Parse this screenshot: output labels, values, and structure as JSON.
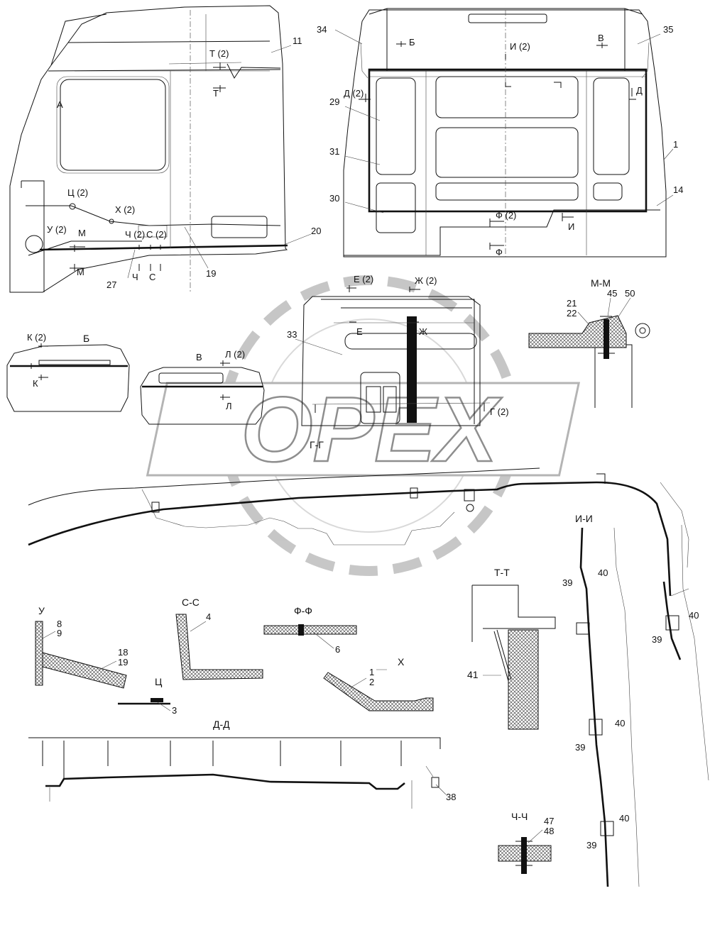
{
  "watermark": "OPEX",
  "callouts": {
    "n11": "11",
    "n34": "34",
    "n35": "35",
    "n29": "29",
    "n31": "31",
    "n30": "30",
    "n1": "1",
    "n14": "14",
    "n20": "20",
    "n19": "19",
    "n27": "27",
    "n33": "33",
    "n45": "45",
    "n50": "50",
    "n21": "21",
    "n22": "22",
    "n8": "8",
    "n9": "9",
    "n18": "18",
    "n19b": "19",
    "n4": "4",
    "n6": "6",
    "n3": "3",
    "n1b": "1",
    "n2": "2",
    "n41": "41",
    "n38": "38",
    "n39a": "39",
    "n40a": "40",
    "n39b": "39",
    "n40b": "40",
    "n39c": "39",
    "n40c": "40",
    "n39d": "39",
    "n40d": "40",
    "n47": "47",
    "n48": "48"
  },
  "marks": {
    "T2": "Т (2)",
    "T": "Т",
    "A": "А",
    "Ts2": "Ц (2)",
    "X2": "Х (2)",
    "U2": "У (2)",
    "M": "М",
    "M2": "М",
    "Ch2": "Ч (2)",
    "S2": "С (2)",
    "Ch": "Ч",
    "S": "С",
    "B": "Б",
    "I2": "И (2)",
    "V": "В",
    "D2": "Д (2)",
    "D": "Д",
    "F2": "Ф (2)",
    "I": "И",
    "F": "Ф",
    "E2": "Е (2)",
    "Zh2": "Ж (2)",
    "E": "Е",
    "Zh": "Ж",
    "G2": "Г (2)",
    "K2": "К (2)",
    "Bview": "Б",
    "K": "К",
    "Vview": "В",
    "L2": "Л (2)",
    "L": "Л"
  },
  "sections": {
    "MM": "М-М",
    "GG": "Г-Г",
    "II": "И-И",
    "TT": "Т-Т",
    "U": "У",
    "SS": "С-С",
    "FF": "Ф-Ф",
    "X": "Х",
    "Ts": "Ц",
    "DD": "Д-Д",
    "ChCh": "Ч-Ч"
  }
}
